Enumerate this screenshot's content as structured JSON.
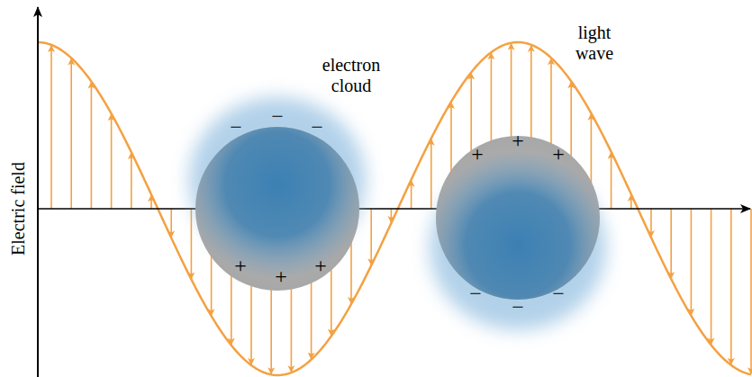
{
  "diagram": {
    "labels": [
      "Electric field",
      "electron cloud",
      "light wave",
      "−",
      "−",
      "−",
      "+",
      "+",
      "+",
      "+",
      "+",
      "+",
      "−",
      "−",
      "−"
    ]
  }
}
